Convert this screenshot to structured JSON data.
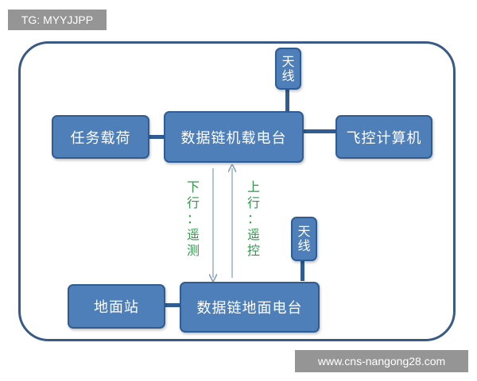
{
  "watermark_top": "TG: MYYJJPP",
  "watermark_bottom": "www.cns-nangong28.com",
  "nodes": {
    "airborne_datalink": "数据链机载电台",
    "mission_payload": "任务载荷",
    "flight_computer": "飞控计算机",
    "antenna_air": [
      "天",
      "线"
    ],
    "ground_datalink": "数据链地面电台",
    "ground_station": "地面站",
    "antenna_ground": [
      "天",
      "线"
    ]
  },
  "links": {
    "downlink": [
      "下",
      "行",
      "：",
      "遥",
      "测"
    ],
    "uplink": [
      "上",
      "行",
      "：",
      "遥",
      "控"
    ]
  },
  "colors": {
    "box_fill": "#4f7fb8",
    "box_border": "#2f5d93",
    "frame": "#3a5a86",
    "label_green": "#2f9a4c",
    "arrow": "#8aa3c0"
  }
}
